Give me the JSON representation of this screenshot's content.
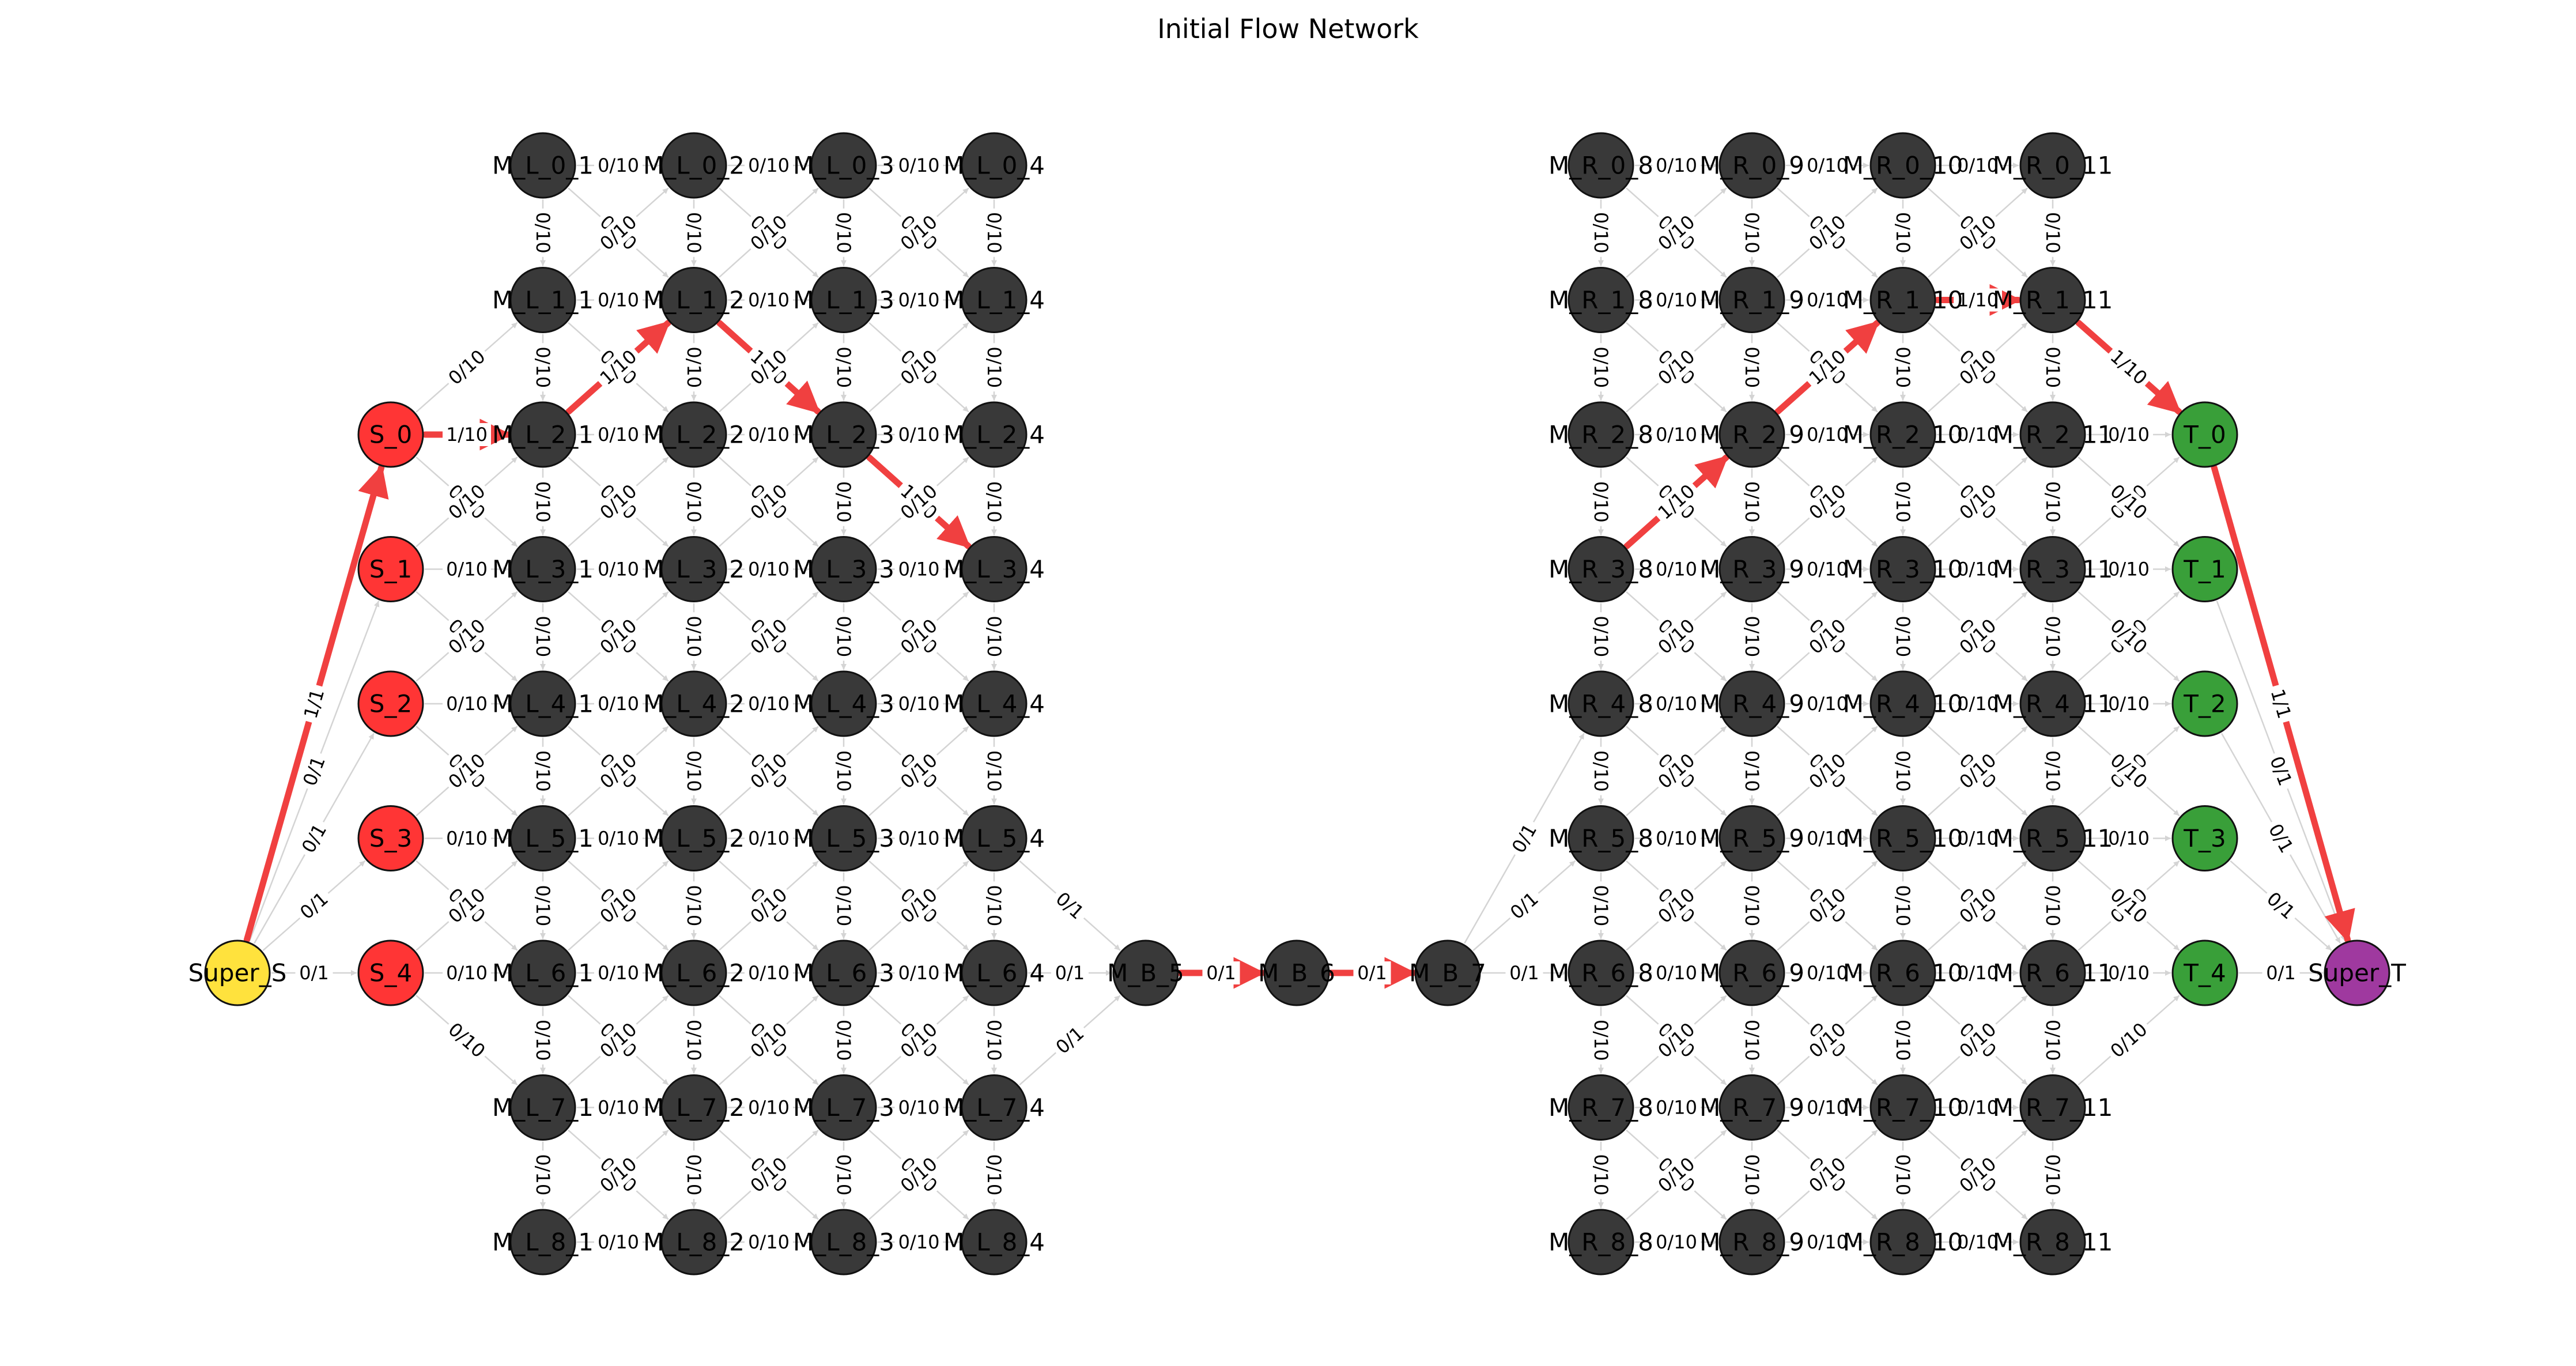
{
  "title": "Initial Flow Network",
  "colors": {
    "source": "#ff2a2a",
    "sink": "#2e9a2e",
    "super_source": "#ffe033",
    "super_sink": "#9a2e9a",
    "middle": "#2e2e2e",
    "flow_edge": "#f04040",
    "idle_edge": "#d4d4d4"
  },
  "grid": {
    "left_cols": [
      1,
      2,
      3,
      4
    ],
    "right_cols": [
      8,
      9,
      10,
      11
    ],
    "rows": [
      0,
      1,
      2,
      3,
      4,
      5,
      6,
      7,
      8
    ],
    "cap": 10
  },
  "nodes": {
    "super_source": "Super_S",
    "super_sink": "Super_T",
    "sources": [
      "S_0",
      "S_1",
      "S_2",
      "S_3",
      "S_4"
    ],
    "sinks": [
      "T_0",
      "T_1",
      "T_2",
      "T_3",
      "T_4"
    ],
    "bridge": [
      "M_B_5",
      "M_B_6",
      "M_B_7"
    ]
  },
  "flow_path": [
    "Super_S",
    "S_0",
    "M_L_2_1",
    "M_L_1_2",
    "M_L_2_3",
    "M_L_3_4",
    "M_B_5",
    "M_B_6",
    "M_B_7",
    "M_R_3_8",
    "M_R_2_9",
    "M_R_1_10",
    "M_R_1_11",
    "T_0",
    "Super_T"
  ]
}
